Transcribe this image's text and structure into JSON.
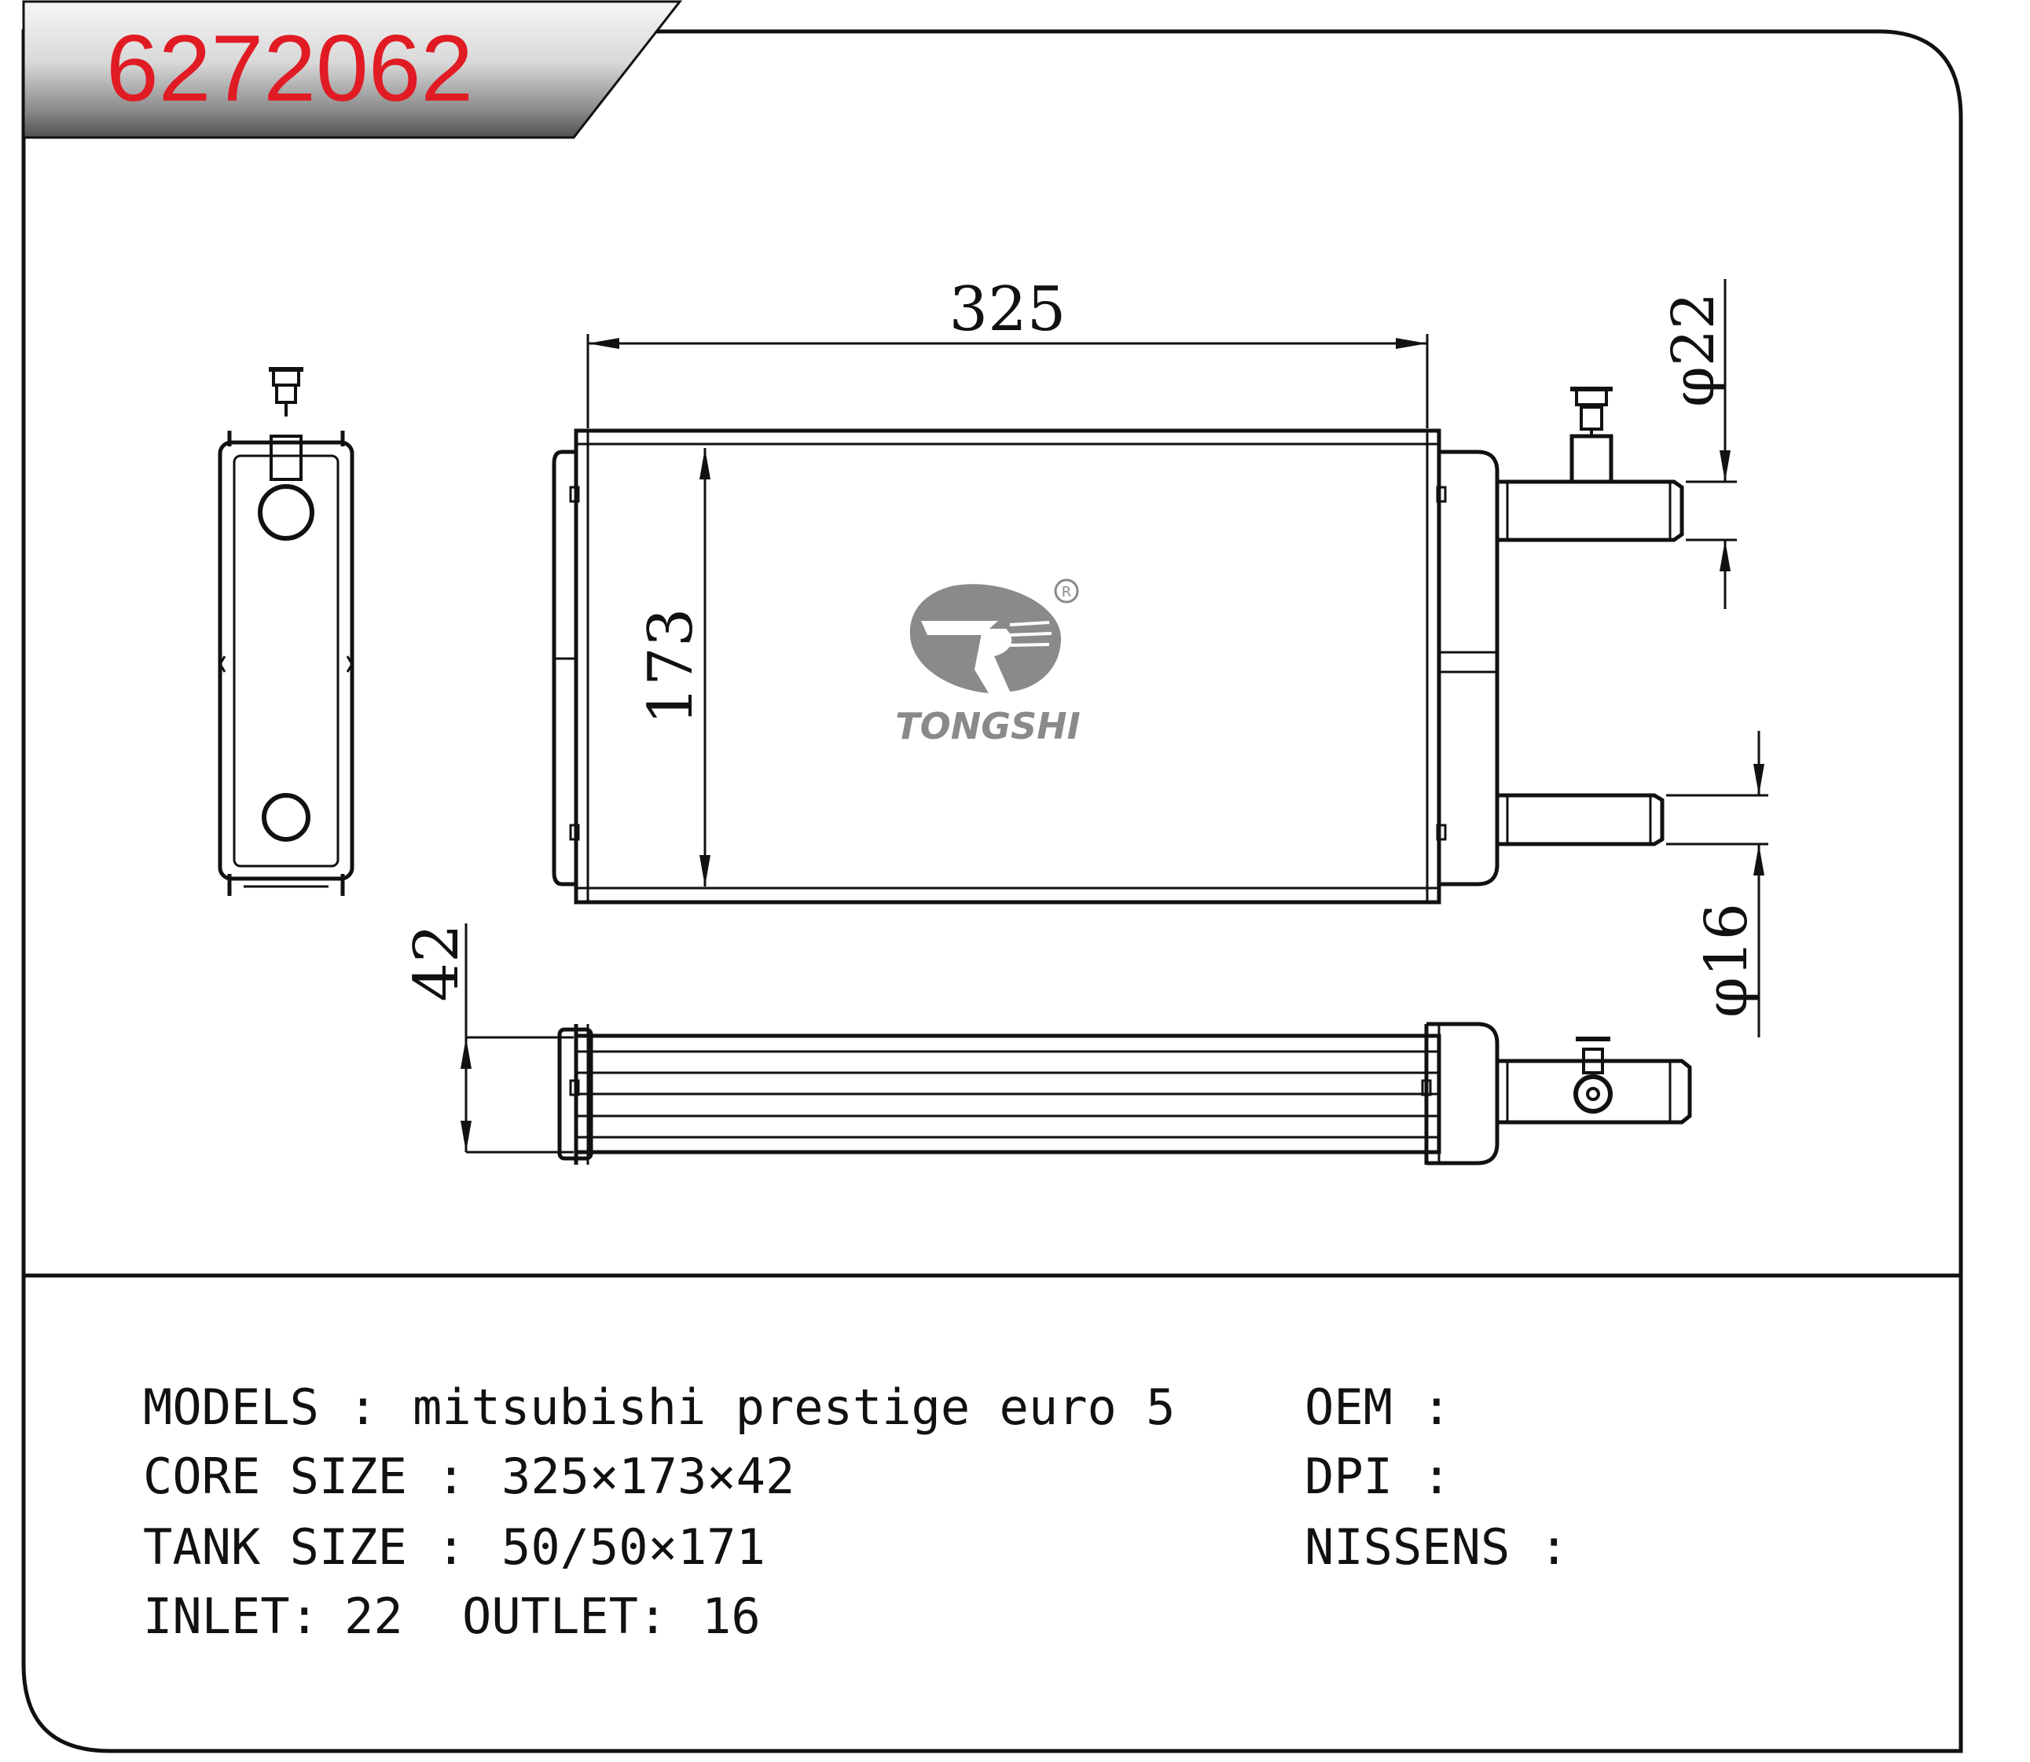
{
  "part_number": "6272062",
  "colors": {
    "part_number": "#e01b24",
    "line": "#111111",
    "logo": "#8a8a8a"
  },
  "logo": {
    "brand": "TONGSHI",
    "registered_mark": "R",
    "icon": "tongshi-swoosh-logo"
  },
  "dimensions": {
    "width": "325",
    "height": "173",
    "depth": "42",
    "inlet_dia": "φ22",
    "outlet_dia": "φ16"
  },
  "specs": {
    "models": {
      "label": "MODELS :",
      "value": "mitsubishi prestige euro 5"
    },
    "core_size": {
      "label": "CORE SIZE :",
      "value": "325×173×42"
    },
    "tank_size": {
      "label": "TANK SIZE :",
      "value": "50/50×171"
    },
    "inlet": {
      "label": "INLET:",
      "value": "22"
    },
    "outlet": {
      "label": "OUTLET:",
      "value": "16"
    },
    "oem": {
      "label": "OEM :",
      "value": ""
    },
    "dpi": {
      "label": "DPI :",
      "value": ""
    },
    "nissens": {
      "label": "NISSENS :",
      "value": ""
    }
  }
}
